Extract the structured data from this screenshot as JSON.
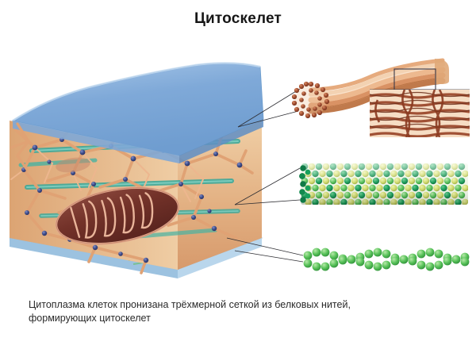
{
  "page": {
    "title": "Цитоскелет",
    "background_color": "#ffffff"
  },
  "caption": {
    "line1": "Цитоплазма клеток пронизана трёхмерной сеткой из белковых нитей,",
    "line2": "формирующих цитоскелет"
  },
  "diagram": {
    "name": "cytoskeleton-diagram",
    "cell_block": {
      "label": "cell-block",
      "membrane_top_color": "#87b0dc",
      "membrane_base_color": "#bcd8ef",
      "cytoplasm_color": "#e8b98f",
      "filament_color": "#e3a478",
      "ribosome_color": "#3c4a87",
      "microtubule_color": "#3fa99a",
      "mitochondrion_color": "#7b3a33",
      "mitochondrion_crista_color": "#e9b49a"
    },
    "insets": [
      {
        "name": "intermediate-filament",
        "fiber_color": "#d98f62",
        "subunit_color": "#9c4a2e",
        "detail_box_color": "#3a3a4a",
        "description": "bundle of coiled protein strands with circular cross-section"
      },
      {
        "name": "microtubule",
        "alpha_tubulin_color": "#cfd96a",
        "beta_tubulin_color": "#159b55",
        "description": "hollow cylinder of tubulin dimers"
      },
      {
        "name": "actin-microfilament",
        "subunit_color": "#55c057",
        "description": "double helix of globular actin subunits"
      }
    ],
    "leader_line_color": "#2e2e33"
  }
}
